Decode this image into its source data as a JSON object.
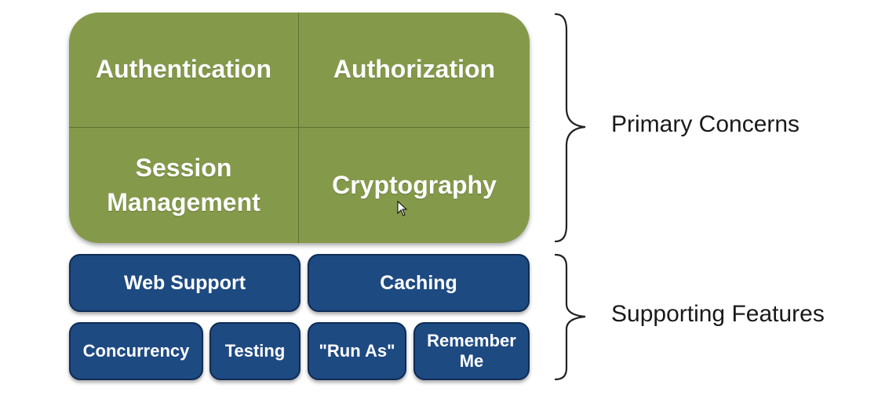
{
  "primary": {
    "label": "Primary Concerns",
    "color": "#849a4a",
    "cells": [
      {
        "label": "Authentication"
      },
      {
        "label": "Authorization"
      },
      {
        "label": "Session\nManagement"
      },
      {
        "label": "Cryptography"
      }
    ]
  },
  "supporting": {
    "label": "Supporting Features",
    "color": "#1e4a82",
    "items": [
      {
        "label": "Web Support"
      },
      {
        "label": "Caching"
      },
      {
        "label": "Concurrency"
      },
      {
        "label": "Testing"
      },
      {
        "label": "\"Run As\""
      },
      {
        "label": "Remember\nMe"
      }
    ]
  },
  "icons": {
    "cursor": "mouse-pointer-icon"
  }
}
